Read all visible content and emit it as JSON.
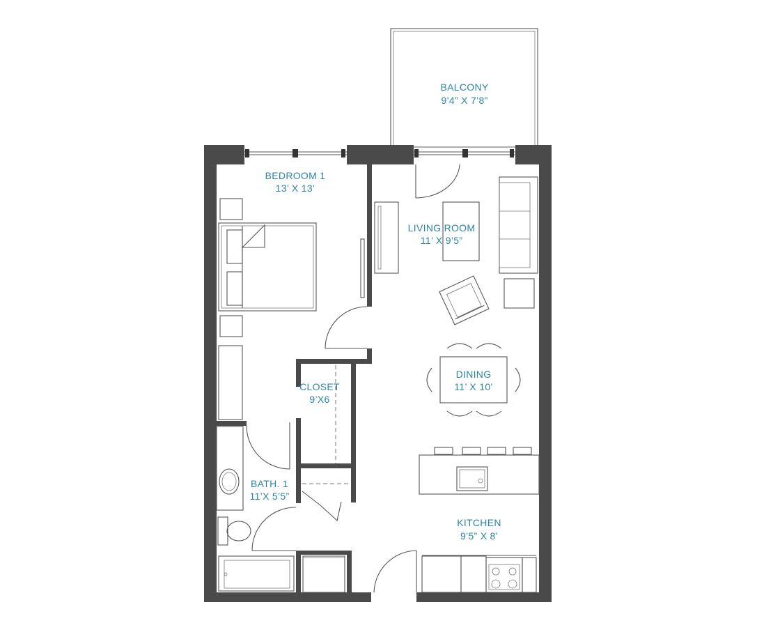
{
  "colors": {
    "wall": "#4a4a4a",
    "label": "#2b86a6",
    "fixture": "#555555",
    "background": "#ffffff"
  },
  "rooms": {
    "balcony": {
      "name": "BALCONY",
      "size": "9’4” X 7’8”"
    },
    "bedroom": {
      "name": "BEDROOM 1",
      "size": "13’ X 13’"
    },
    "living": {
      "name": "LIVING ROOM",
      "size": "11’ X 9’5”"
    },
    "closet": {
      "name": "CLOSET",
      "size": "9’X6"
    },
    "dining": {
      "name": "DINING",
      "size": "11’ X 10’"
    },
    "bath": {
      "name": "BATH. 1",
      "size": "11’X 5’5”"
    },
    "kitchen": {
      "name": "KITCHEN",
      "size": "9’5” X 8’"
    }
  }
}
